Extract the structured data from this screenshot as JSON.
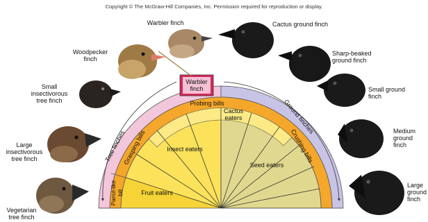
{
  "copyright": "Copyright © The McGraw-Hill Companies, Inc. Permission required for reproduction or display.",
  "birds": {
    "warbler": [
      "Warbler finch"
    ],
    "woodpecker": [
      "Woodpecker",
      "finch"
    ],
    "small_insectivorous": [
      "Small",
      "insectivorous",
      "tree finch"
    ],
    "large_insectivorous": [
      "Large",
      "insectivorous",
      "tree finch"
    ],
    "vegetarian": [
      "Vegetarian",
      "tree finch"
    ],
    "cactus_ground": [
      "Cactus ground finch"
    ],
    "sharp_beaked": [
      "Sharp-beaked",
      "ground finch"
    ],
    "small_ground": [
      "Small ground",
      "finch"
    ],
    "medium_ground": [
      "Medium",
      "ground",
      "finch"
    ],
    "large_ground": [
      "Large",
      "ground",
      "finch"
    ]
  },
  "diagram": {
    "outer_left": "Tree finches",
    "outer_right": "Ground finches",
    "top_box": [
      "Warbler",
      "finch"
    ],
    "probing": "Probing bills",
    "grasping": "Grasping bills",
    "crushing": "Crushing bills",
    "parrot": [
      "Parrot-like",
      "bill"
    ],
    "insect": "Insect eaters",
    "cactus": [
      "Cactus",
      "eaters"
    ],
    "seed": "Seed eaters",
    "fruit": "Fruit eaters"
  },
  "colors": {
    "pink": "#f2c6db",
    "lavender": "#c8c4e6",
    "orange": "#f4a72a",
    "yellow": "#fbe25a",
    "yellow_light": "#fbea86",
    "khaki": "#e0d88e",
    "red_box": "#d9285a"
  }
}
